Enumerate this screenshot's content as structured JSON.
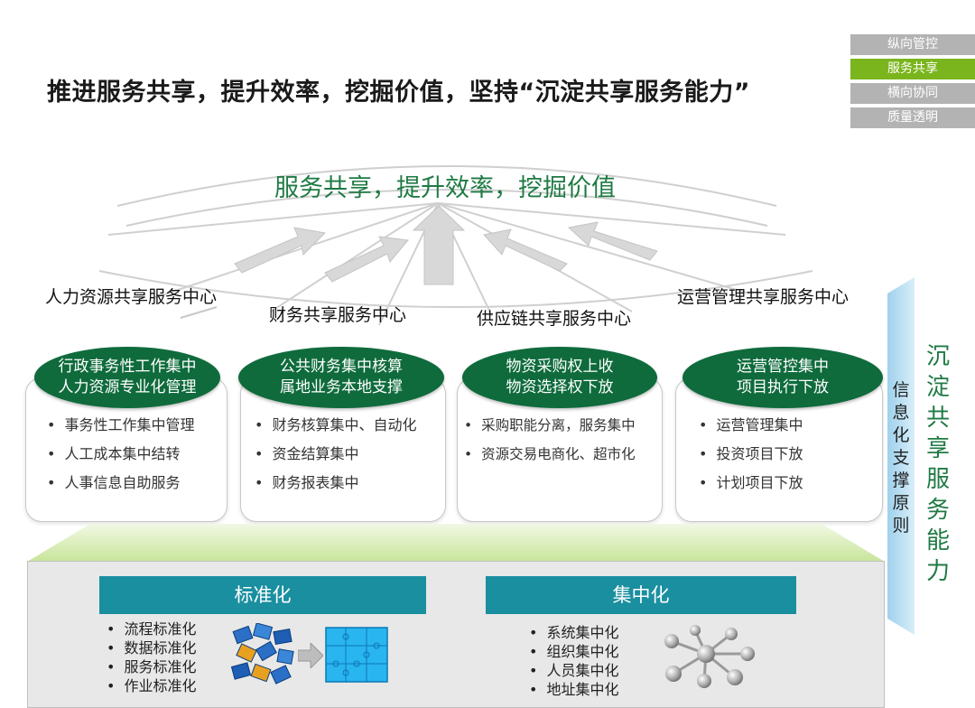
{
  "title": "推进服务共享，提升效率，挖掘价值，坚持“沉淀共享服务能力”",
  "nav": {
    "items": [
      "纵向管控",
      "服务共享",
      "横向协同",
      "质量透明"
    ],
    "active_index": 1
  },
  "subtitle": "服务共享，提升效率，挖掘价值",
  "centers": [
    "人力资源共享服务中心",
    "财务共享服务中心",
    "供应链共享服务中心",
    "运营管理共享服务中心"
  ],
  "cards": [
    {
      "oval": [
        "行政事务性工作集中",
        "人力资源专业化管理"
      ],
      "bullets": [
        "事务性工作集中管理",
        "人工成本集中结转",
        "人事信息自助服务"
      ]
    },
    {
      "oval": [
        "公共财务集中核算",
        "属地业务本地支撑"
      ],
      "bullets": [
        "财务核算集中、自动化",
        "资金结算集中",
        "财务报表集中"
      ]
    },
    {
      "oval": [
        "物资采购权上收",
        "物资选择权下放"
      ],
      "bullets": [
        "采购职能分离，服务集中",
        "资源交易电商化、超市化"
      ]
    },
    {
      "oval": [
        "运营管控集中",
        "项目执行下放"
      ],
      "bullets": [
        "运营管理集中",
        "投资项目下放",
        "计划项目下放"
      ]
    }
  ],
  "side": {
    "principle": "信息化支撑原则",
    "capability": "沉淀共享服务能力"
  },
  "platform": {
    "standard": {
      "label": "标准化",
      "items": [
        "流程标准化",
        "数据标准化",
        "服务标准化",
        "作业标准化"
      ]
    },
    "central": {
      "label": "集中化",
      "items": [
        "系统集中化",
        "组织集中化",
        "人员集中化",
        "地址集中化"
      ]
    }
  },
  "colors": {
    "dark_green": "#0f6b3c",
    "text_green": "#1f7a44",
    "lime": "#7ab51d",
    "teal": "#1a8fa0",
    "nav_gray": "#b3b3b3"
  }
}
